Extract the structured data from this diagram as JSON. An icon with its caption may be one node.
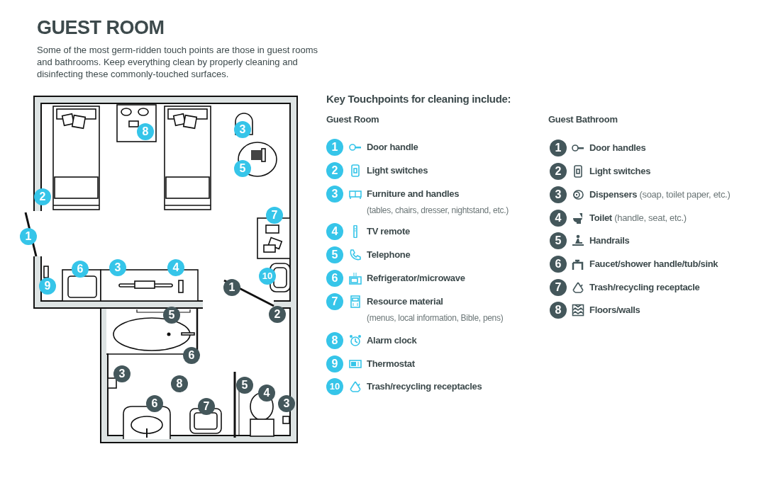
{
  "diagram": {
    "title": "GUEST ROOM",
    "labels": [
      "Some of the most germ-ridden touch points are those in guest rooms and bathrooms. Keep everything clean by properly cleaning and disinfecting these commonly-touched surfaces.",
      "8",
      "3",
      "5",
      "2",
      "7",
      "1",
      "6",
      "3",
      "4",
      "10",
      "9",
      "1",
      "5",
      "2",
      "6",
      "3",
      "8",
      "5",
      "4",
      "6",
      "7",
      "3",
      "Key Touchpoints for cleaning include:",
      "Guest Room",
      "1",
      "Door handle",
      "2",
      "Light switches",
      "3",
      "Furniture and handles",
      "(tables, chairs, dresser, nightstand, etc.)",
      "4",
      "TV remote",
      "5",
      "Telephone",
      "6",
      "Refrigerator/microwave",
      "7",
      "Resource material",
      "(menus, local information, Bible, pens)",
      "8",
      "Alarm clock",
      "9",
      "Thermostat",
      "10",
      "Trash/recycling receptacles",
      "Guest Bathroom",
      "1",
      "Door handles",
      "2",
      "Light switches",
      "3",
      "**Dispensers** (soap, toilet paper, etc.)",
      "4",
      "**Toilet** (handle, seat, etc.)",
      "5",
      "Handrails",
      "6",
      "Faucet/shower handle/tub/sink",
      "7",
      "Trash/recycling receptacle",
      "8",
      "Floors/walls"
    ]
  }
}
